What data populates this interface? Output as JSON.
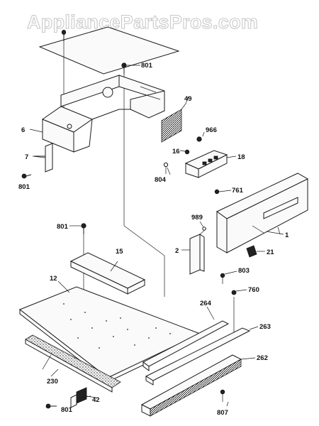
{
  "watermark": "AppliancePartsPros.com",
  "callouts": {
    "p801a": "801",
    "p801b": "801",
    "p801c": "801",
    "p801d": "801",
    "p6": "6",
    "p7": "7",
    "p49": "49",
    "p966": "966",
    "p16": "16",
    "p18": "18",
    "p804": "804",
    "p761": "761",
    "p989": "989",
    "p1": "1",
    "p2": "2",
    "p21": "21",
    "p15": "15",
    "p12": "12",
    "p803": "803",
    "p760": "760",
    "p264": "264",
    "p263": "263",
    "p262": "262",
    "p230": "230",
    "p42": "42",
    "p807": "807"
  }
}
